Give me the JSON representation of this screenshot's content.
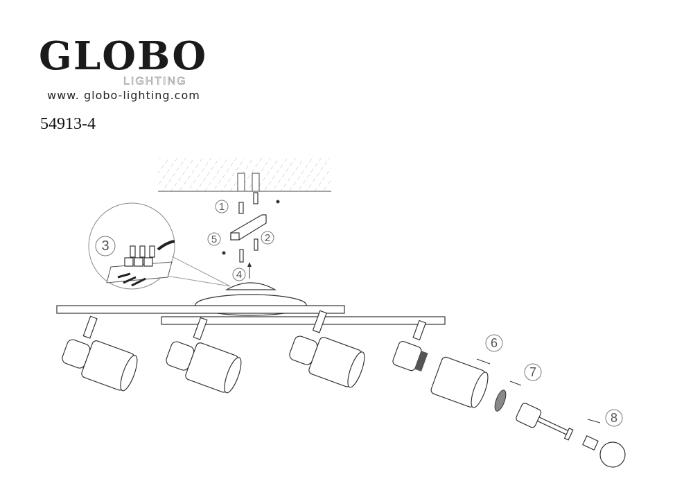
{
  "logo": {
    "brand": "GLOBO",
    "sub": "LIGHTING",
    "url": "www. globo-lighting.com"
  },
  "model_number": "54913-4",
  "steps": [
    "1",
    "2",
    "3",
    "4",
    "5",
    "6",
    "7",
    "8"
  ]
}
